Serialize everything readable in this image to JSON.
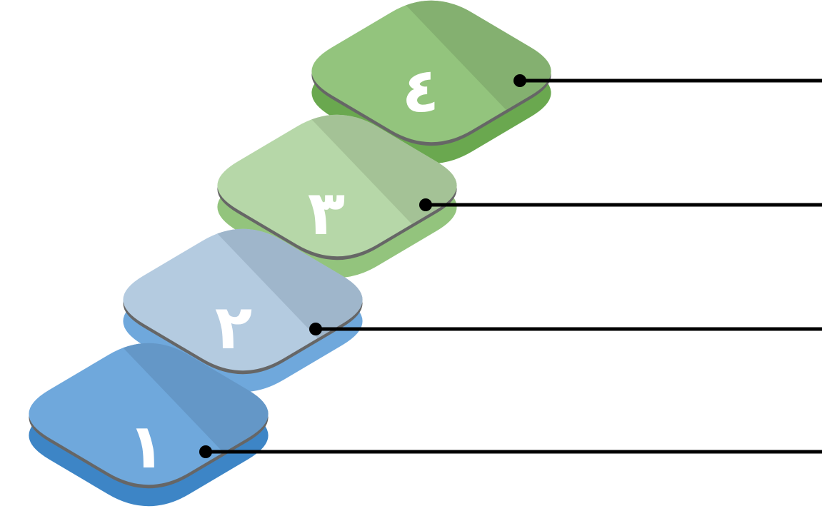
{
  "diagram": {
    "steps": [
      {
        "number": "١",
        "colors": {
          "top_light": "#6fa8dc",
          "top_dark": "#6497c7",
          "side": "#3d85c6"
        }
      },
      {
        "number": "٢",
        "colors": {
          "top_light": "#b4cbe0",
          "top_dark": "#9fb6cb",
          "side": "#6fa8dc"
        }
      },
      {
        "number": "٣",
        "colors": {
          "top_light": "#b6d7a8",
          "top_dark": "#a4c296",
          "side": "#93c47d"
        }
      },
      {
        "number": "٤",
        "colors": {
          "top_light": "#93c47d",
          "top_dark": "#84b070",
          "side": "#6aa84f"
        }
      }
    ],
    "connector_color": "#000000",
    "edge_color": "#666666"
  }
}
